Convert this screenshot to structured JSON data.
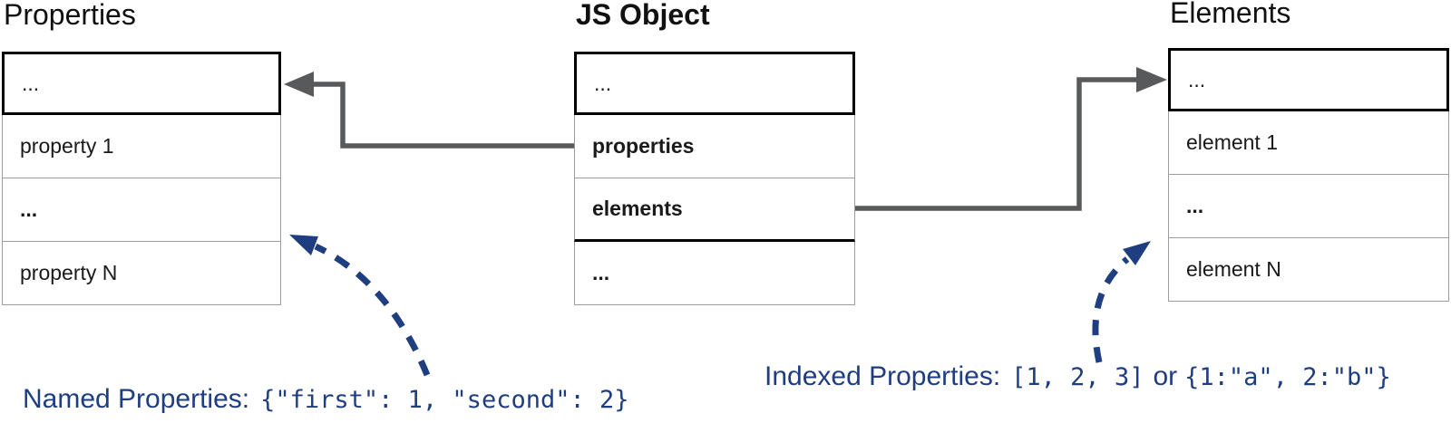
{
  "diagram": {
    "left_table": {
      "title": "Properties",
      "rows": [
        "...",
        "property 1",
        "...",
        "property N"
      ]
    },
    "center_table": {
      "title": "JS Object",
      "rows": [
        "...",
        "properties",
        "elements",
        "..."
      ]
    },
    "right_table": {
      "title": "Elements",
      "rows": [
        "...",
        "element 1",
        "...",
        "element N"
      ]
    },
    "captions": {
      "named": {
        "label": "Named Properties:",
        "code": "{\"first\": 1, \"second\": 2}"
      },
      "indexed": {
        "label": "Indexed Properties:",
        "code1": "[1, 2, 3]",
        "or": "or",
        "code2": "{1:\"a\", 2:\"b\"}"
      }
    }
  },
  "colors": {
    "accent_blue": "#1e3e80",
    "arrow_gray": "#58595b",
    "border_dark": "#000000",
    "border_light": "#9b9da0",
    "text_dark": "#1a1a1a"
  }
}
